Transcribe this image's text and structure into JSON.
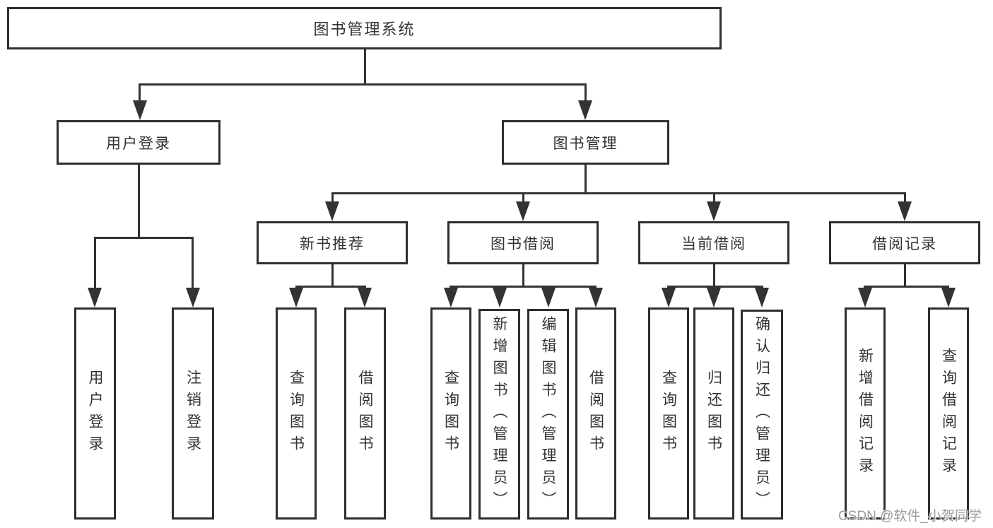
{
  "diagram": {
    "title": "图书管理系统",
    "root": {
      "label": "图书管理系统"
    },
    "level2": [
      {
        "id": "user-login",
        "label": "用户登录",
        "parent": "图书管理系统"
      },
      {
        "id": "book-management",
        "label": "图书管理",
        "parent": "图书管理系统"
      }
    ],
    "level3": [
      {
        "id": "new-book-recommend",
        "label": "新书推荐",
        "parent": "图书管理"
      },
      {
        "id": "book-borrowing",
        "label": "图书借阅",
        "parent": "图书管理"
      },
      {
        "id": "current-borrowing",
        "label": "当前借阅",
        "parent": "图书管理"
      },
      {
        "id": "borrowing-records",
        "label": "借阅记录",
        "parent": "图书管理"
      }
    ],
    "leaves": [
      {
        "id": "leaf-user-login",
        "label": "用户登录",
        "parent": "用户登录"
      },
      {
        "id": "leaf-logout",
        "label": "注销登录",
        "parent": "用户登录"
      },
      {
        "id": "leaf-query-books-recommend",
        "label": "查询图书",
        "parent": "新书推荐"
      },
      {
        "id": "leaf-borrow-books-recommend",
        "label": "借阅图书",
        "parent": "新书推荐"
      },
      {
        "id": "leaf-query-books-borrow",
        "label": "查询图书",
        "parent": "图书借阅"
      },
      {
        "id": "leaf-add-books-admin",
        "label": "新增图书（管理员）",
        "parent": "图书借阅"
      },
      {
        "id": "leaf-edit-books-admin",
        "label": "编辑图书（管理员）",
        "parent": "图书借阅"
      },
      {
        "id": "leaf-borrow-books",
        "label": "借阅图书",
        "parent": "图书借阅"
      },
      {
        "id": "leaf-query-books-current",
        "label": "查询图书",
        "parent": "当前借阅"
      },
      {
        "id": "leaf-return-books",
        "label": "归还图书",
        "parent": "当前借阅"
      },
      {
        "id": "leaf-confirm-return-admin",
        "label": "确认归还（管理员）",
        "parent": "当前借阅"
      },
      {
        "id": "leaf-add-borrow-record",
        "label": "新增借阅记录",
        "parent": "借阅记录"
      },
      {
        "id": "leaf-query-borrow-record",
        "label": "查询借阅记录",
        "parent": "借阅记录"
      }
    ],
    "watermark": "CSDN @软件_小贺同学",
    "colors": {
      "line": "#333333",
      "border": "#2e2e2e",
      "text": "#333333",
      "watermark_text": "#9c9c9c",
      "background": "#ffffff"
    }
  }
}
